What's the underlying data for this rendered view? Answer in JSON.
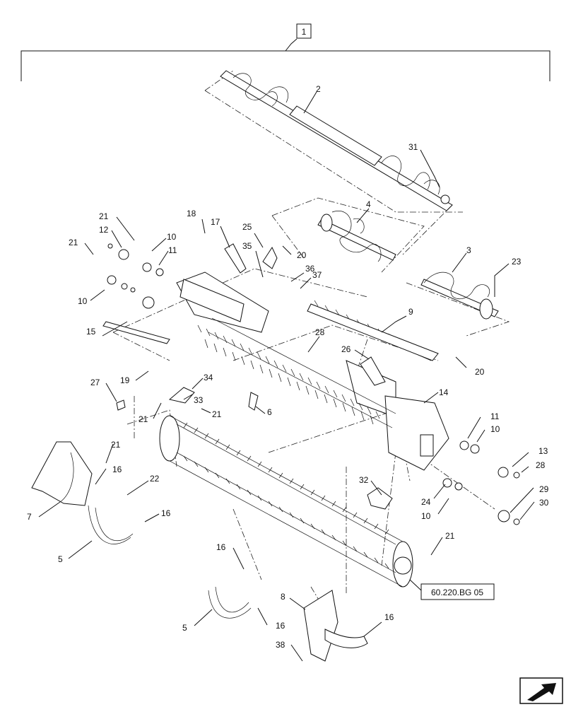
{
  "assembly_label": "1",
  "reference_label": "60.220.BG 05",
  "labels": [
    "2",
    "31",
    "4",
    "3",
    "23",
    "21",
    "12",
    "21",
    "10",
    "11",
    "10",
    "18",
    "17",
    "25",
    "20",
    "35",
    "36",
    "37",
    "9",
    "15",
    "28",
    "26",
    "20",
    "27",
    "19",
    "34",
    "33",
    "21",
    "21",
    "6",
    "14",
    "11",
    "10",
    "13",
    "28",
    "21",
    "16",
    "7",
    "22",
    "16",
    "5",
    "32",
    "24",
    "10",
    "29",
    "30",
    "21",
    "16",
    "5",
    "16",
    "8",
    "16",
    "38"
  ],
  "icons": [
    "navigation-arrow-icon"
  ]
}
